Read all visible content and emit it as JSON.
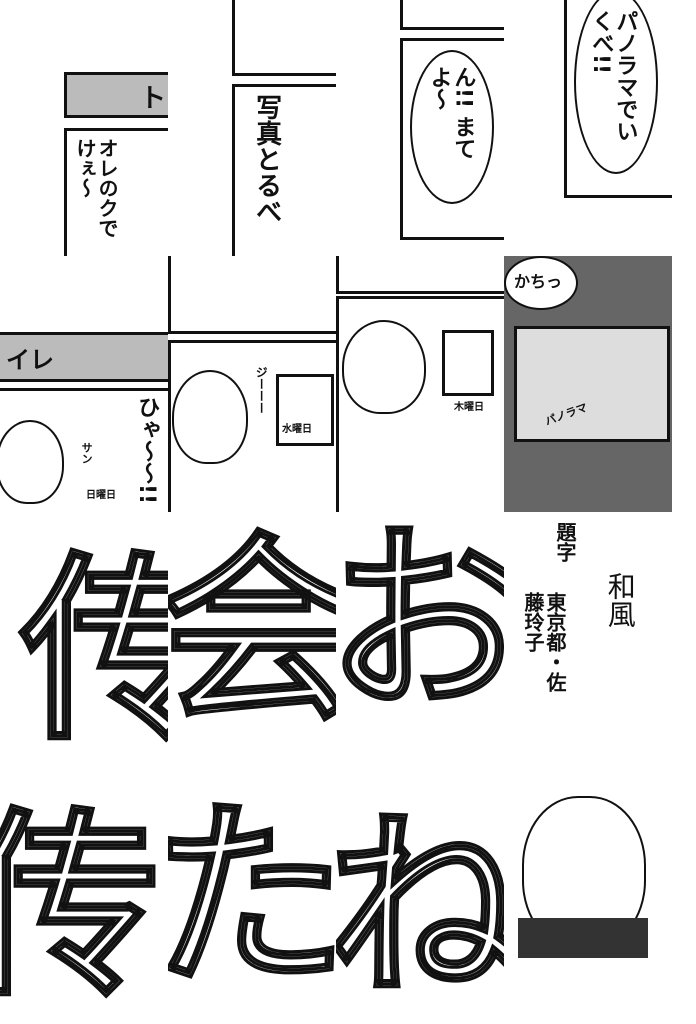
{
  "row1": {
    "t1_sign": "ト",
    "t1_speech": "オレのクでけぇ〜",
    "t2_speech": "写真とるべ",
    "t3_speech": "ん!! まてよ〜",
    "t4_speech": "パノラマでいくべ!!"
  },
  "row2": {
    "t1_sign": "イレ",
    "t1_scream": "ひゃ〜〜!!",
    "t1_sign2": "サン",
    "t1_day": "日曜日",
    "t2_sfx": "ジーーー",
    "t2_day": "水曜日",
    "t3_day": "木曜日",
    "t4_sfx": "かちっ",
    "t4_label": "パノラマ"
  },
  "credits": {
    "label": "題字",
    "author": "東京都・佐藤玲子",
    "calligraphy": "和風"
  },
  "big_letters": [
    "传",
    "会",
    "お",
    "た",
    "ね"
  ]
}
